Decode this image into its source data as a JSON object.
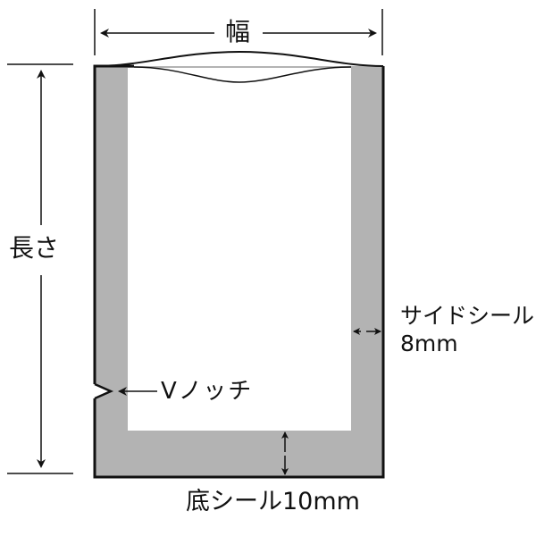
{
  "diagram": {
    "title": "Vacuum bag dimensions",
    "labels": {
      "width": "幅",
      "length": "長さ",
      "side_seal_name": "サイドシール",
      "side_seal_value": "8mm",
      "v_notch": "Vノッチ",
      "bottom_seal": "底シール10mm"
    },
    "colors": {
      "outline": "#111111",
      "seal": "#b3b3b3",
      "interior": "#ffffff",
      "background": "#ffffff"
    },
    "parts": [
      {
        "name": "side seal",
        "width_mm": 8
      },
      {
        "name": "bottom seal",
        "width_mm": 10
      },
      {
        "name": "V notch",
        "position": "left edge near bottom"
      }
    ]
  }
}
